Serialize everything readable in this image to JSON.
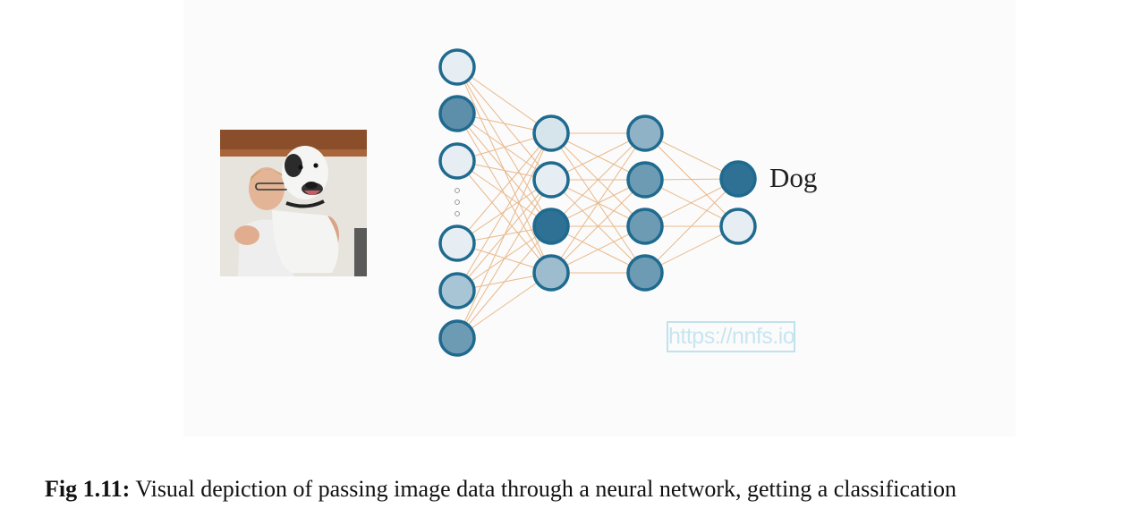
{
  "diagram": {
    "output_label": "Dog",
    "watermark": "https://nnfs.io",
    "photo_subject": "man holding white dog",
    "layers": [
      {
        "name": "input",
        "neurons": [
          "#e6eef3",
          "#5e8faa",
          "#e6eef3",
          "#e6eef3",
          "#a8c5d5",
          "#6e9bb4"
        ],
        "ellipsis": true
      },
      {
        "name": "hidden-1",
        "neurons": [
          "#d6e4ec",
          "#e6eef3",
          "#2e7194",
          "#9dbdce"
        ]
      },
      {
        "name": "hidden-2",
        "neurons": [
          "#8fb2c6",
          "#6e9bb4",
          "#6e9bb4",
          "#6e9bb4"
        ]
      },
      {
        "name": "output",
        "neurons": [
          "#2e7194",
          "#e6eef3"
        ]
      }
    ],
    "colors": {
      "neuron_border": "#1f6a8f",
      "connection": "#e8b98b"
    }
  },
  "caption": {
    "label": "Fig 1.11:",
    "text": " Visual depiction of passing image data through a neural network, getting a classification"
  }
}
